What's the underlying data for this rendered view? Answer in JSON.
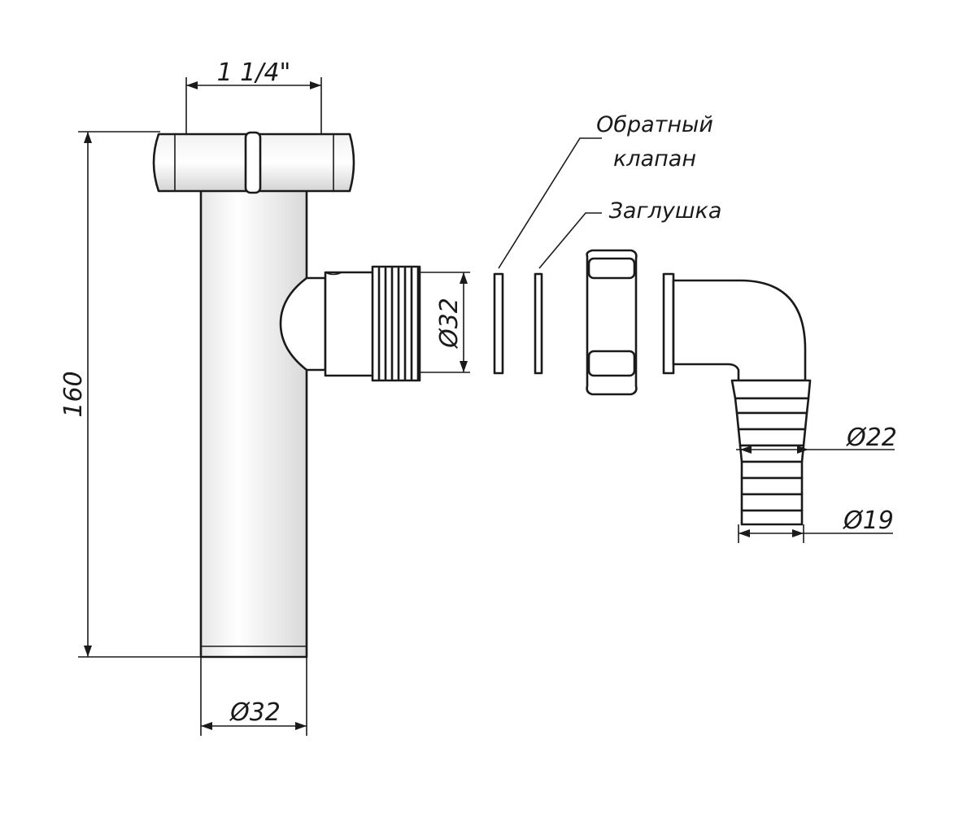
{
  "dimensions": {
    "top_thread": "1 1/4\"",
    "height": "160",
    "pipe_diameter": "Ø32",
    "branch_diameter": "Ø32",
    "hose_outer": "Ø22",
    "hose_inner": "Ø19"
  },
  "labels": {
    "check_valve_line1": "Обратный",
    "check_valve_line2": "клапан",
    "plug": "Заглушка"
  }
}
